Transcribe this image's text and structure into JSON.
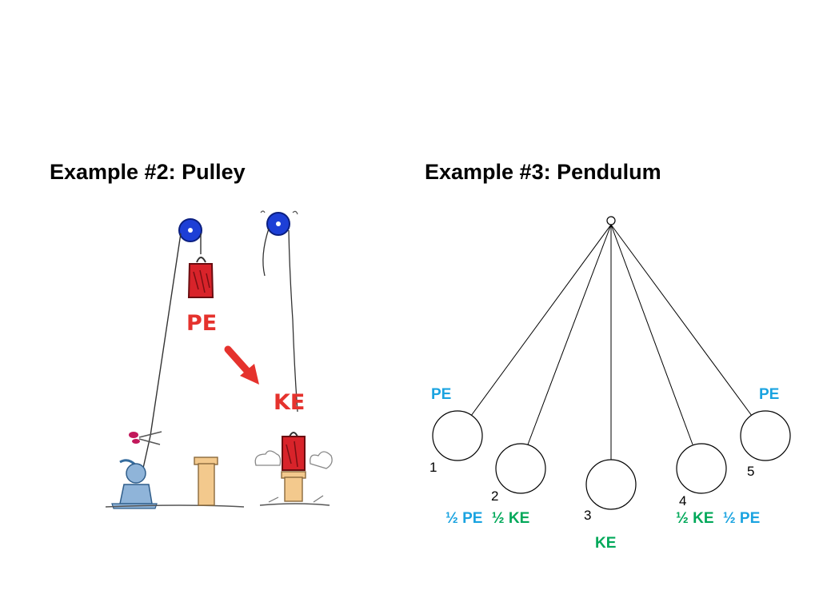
{
  "left_panel": {
    "title": "Example #2: Pulley",
    "pe_label": "PE",
    "ke_label": "KE"
  },
  "right_panel": {
    "title": "Example #3: Pendulum",
    "positions": [
      {
        "number": "1"
      },
      {
        "number": "2"
      },
      {
        "number": "3"
      },
      {
        "number": "4"
      },
      {
        "number": "5"
      }
    ],
    "labels": {
      "pe_left": "PE",
      "pe_right": "PE",
      "mid_left_pe": "½ PE",
      "mid_left_ke": "½ KE",
      "bottom_ke": "KE",
      "mid_right_ke": "½ KE",
      "mid_right_pe": "½ PE"
    }
  },
  "colors": {
    "pe_blue": "#1aa3e0",
    "ke_green": "#00a859",
    "pulley_blue": "#1d3fd6",
    "weight_red": "#d8232a",
    "arrow_red": "#e5322d",
    "post_tan": "#f3c98d"
  }
}
